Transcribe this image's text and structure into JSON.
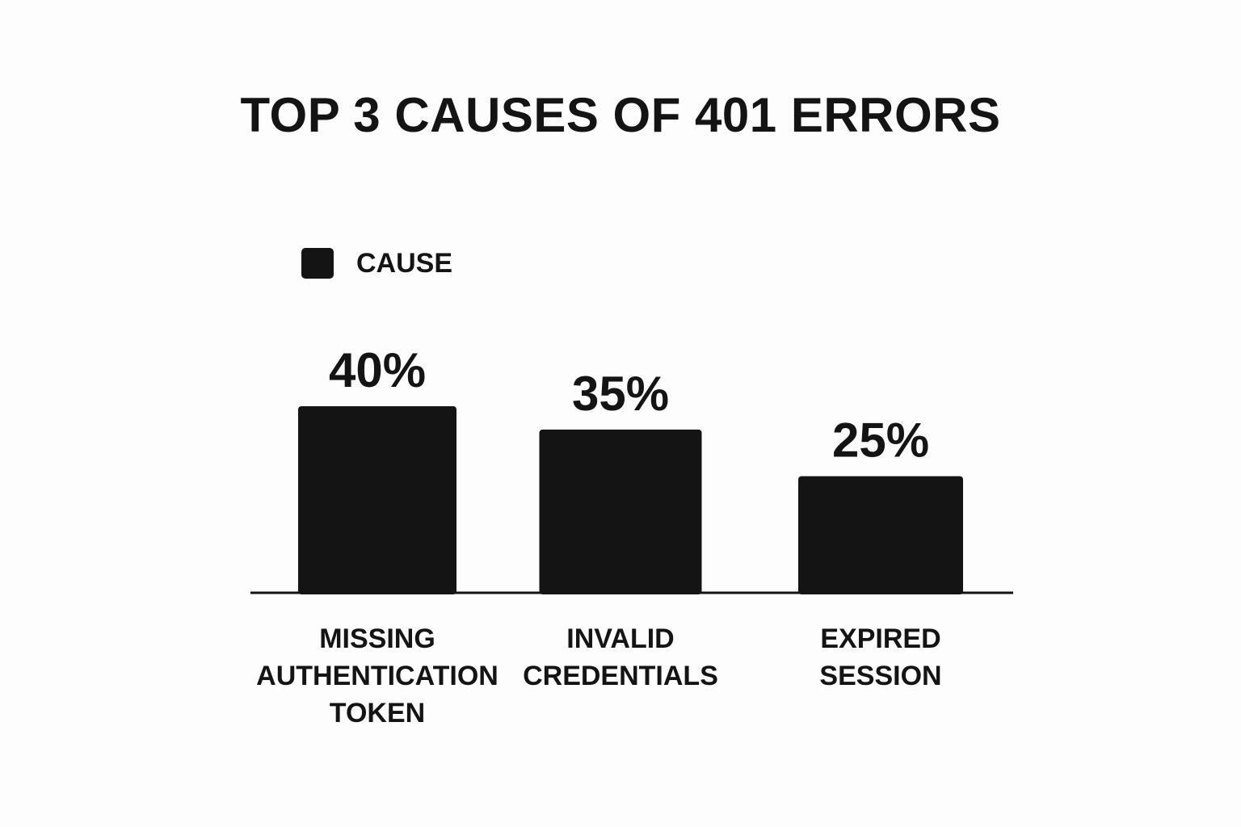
{
  "chart_data": {
    "type": "bar",
    "title": "TOP 3 CAUSES OF 401 ERRORS",
    "legend": {
      "position": "top-left",
      "entries": [
        "CAUSE"
      ]
    },
    "categories": [
      "MISSING\nAUTHENTICATION\nTOKEN",
      "INVALID\nCREDENTIALS",
      "EXPIRED\nSESSION"
    ],
    "series": [
      {
        "name": "CAUSE",
        "values": [
          40,
          35,
          25
        ]
      }
    ],
    "value_labels": [
      "40%",
      "35%",
      "25%"
    ],
    "ylim": [
      0,
      50
    ],
    "grid": false,
    "colors": {
      "bar": "#141414",
      "axis": "#141414",
      "background": "#fdfdfd"
    }
  }
}
